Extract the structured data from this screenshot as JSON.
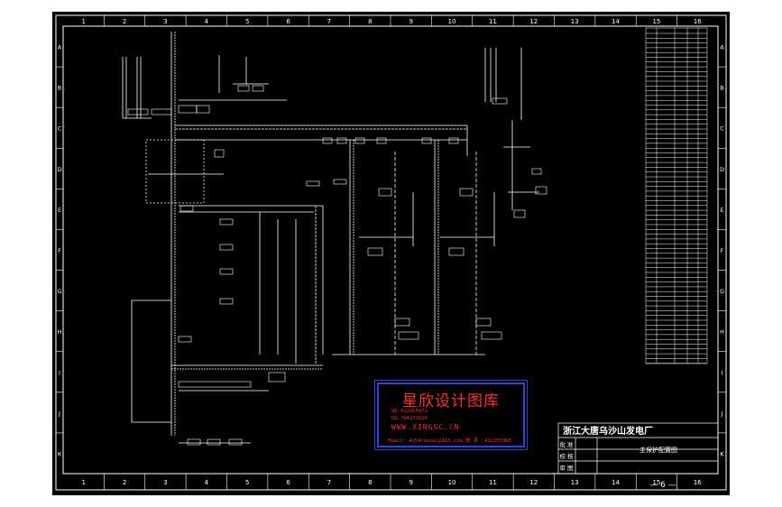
{
  "title_block": {
    "plant_name": "浙江大唐乌沙山发电厂",
    "drawing_title": "主保护配置图",
    "roles": [
      "批 准",
      "校 核",
      "审 图"
    ]
  },
  "grid": {
    "columns": [
      "1",
      "2",
      "3",
      "4",
      "5",
      "6",
      "7",
      "8",
      "9",
      "10",
      "11",
      "12",
      "13",
      "14",
      "15",
      "16"
    ],
    "rows": [
      "A",
      "B",
      "C",
      "D",
      "E",
      "F",
      "G",
      "H",
      "I",
      "J",
      "K"
    ]
  },
  "watermark": {
    "title": "星欣设计图库",
    "line1": "QQ:412255971",
    "line2": "QQ:794271919",
    "web": "WWW.XINGSC.CN",
    "mail": "Email: 4o54rnonal@163.com   联 系 :412255960"
  },
  "page_number": "— 6 —",
  "colors": {
    "background": "#000000",
    "lines": "#ffffff",
    "watermark_red": "#ff3030",
    "watermark_blue": "#2a45e0"
  }
}
